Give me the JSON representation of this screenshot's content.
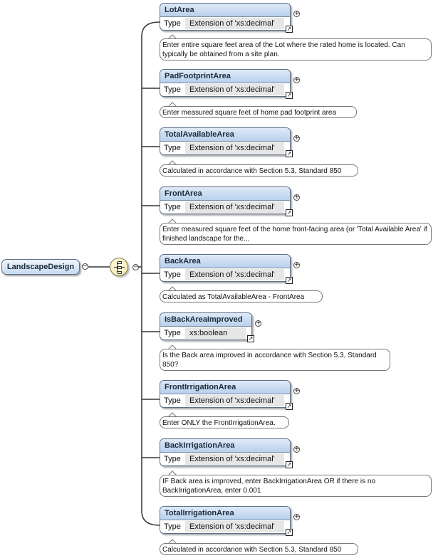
{
  "root": {
    "name": "LandscapeDesign",
    "collapse_symbol": "−"
  },
  "compositor": {
    "collapse_symbol": "−"
  },
  "type_label": "Type",
  "elements": [
    {
      "name": "LotArea",
      "type": "Extension of 'xs:decimal'",
      "doc": "Enter entire square feet area of the Lot where the rated home is located. Can typically be obtained from a site plan."
    },
    {
      "name": "PadFootprintArea",
      "type": "Extension of 'xs:decimal'",
      "doc": "Enter measured square feet of home pad footprint area"
    },
    {
      "name": "TotalAvailableArea",
      "type": "Extension of 'xs:decimal'",
      "doc": "Calculated in accordance with Section 5.3, Standard 850"
    },
    {
      "name": "FrontArea",
      "type": "Extension of 'xs:decimal'",
      "doc": "Enter measured square feet of the home front-facing area (or 'Total Available Area' if finished landscape for the..."
    },
    {
      "name": "BackArea",
      "type": "Extension of 'xs:decimal'",
      "doc": "Calculated as TotalAvailableArea - FrontArea"
    },
    {
      "name": "IsBackAreaImproved",
      "type": "xs:boolean",
      "doc": "Is the Back area improved in accordance with Section 5.3, Standard 850?"
    },
    {
      "name": "FrontIrrigationArea",
      "type": "Extension of 'xs:decimal'",
      "doc": "Enter ONLY the FrontIrrigationArea."
    },
    {
      "name": "BackIrrigationArea",
      "type": "Extension of 'xs:decimal'",
      "doc": "IF Back area is improved, enter BackIrrigationArea OR if there is no BackIrrigationArea, enter 0.001"
    },
    {
      "name": "TotalIrrigationArea",
      "type": "Extension of 'xs:decimal'",
      "doc": "Calculated in accordance with Section 5.3, Standard 850"
    }
  ],
  "expand_symbol": "+",
  "link_symbol": "↗"
}
